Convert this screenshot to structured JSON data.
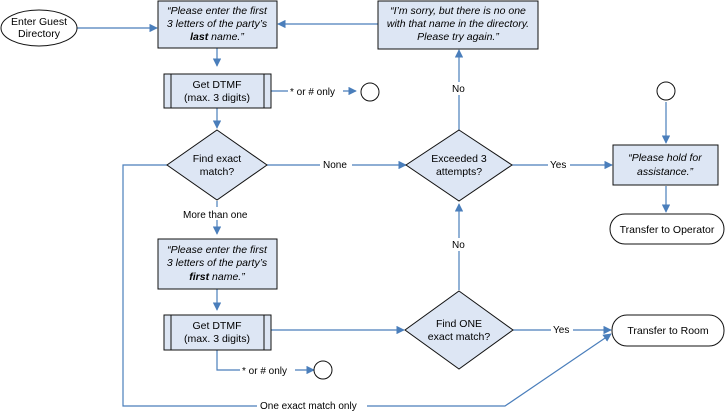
{
  "nodes": {
    "enter_directory": [
      "Enter Guest",
      "Directory"
    ],
    "prompt_last": {
      "lines": [
        "“Please enter the first",
        "3 letters of the party’s"
      ],
      "bold_word": "last",
      "tail": " name.”"
    },
    "get_dtmf_1": [
      "Get DTMF",
      "(max. 3 digits)"
    ],
    "find_exact": [
      "Find exact",
      "match?"
    ],
    "prompt_first": {
      "lines": [
        "“Please enter the first",
        "3 letters of the party’s"
      ],
      "bold_word": "first",
      "tail": " name.”"
    },
    "get_dtmf_2": [
      "Get DTMF",
      "(max. 3 digits)"
    ],
    "sorry_msg": [
      "“I’m sorry, but there is no one",
      "with that name in the directory.",
      "Please try again.”"
    ],
    "exceeded": [
      "Exceeded 3",
      "attempts?"
    ],
    "find_one": [
      "Find ONE",
      "exact match?"
    ],
    "hold_msg": [
      "“Please hold for",
      "assistance.”"
    ],
    "transfer_operator": "Transfer to Operator",
    "transfer_room": "Transfer to Room"
  },
  "edge_labels": {
    "star_hash_1": "* or # only",
    "star_hash_2": "* or # only",
    "none": "None",
    "more_than_one": "More than one",
    "yes_exceeded": "Yes",
    "no_exceeded": "No",
    "no_find_one": "No",
    "yes_find_one": "Yes",
    "one_exact": "One exact match only"
  },
  "colors": {
    "fill": "#dde6f4",
    "edge": "#4a7ebb",
    "border": "#111111"
  }
}
